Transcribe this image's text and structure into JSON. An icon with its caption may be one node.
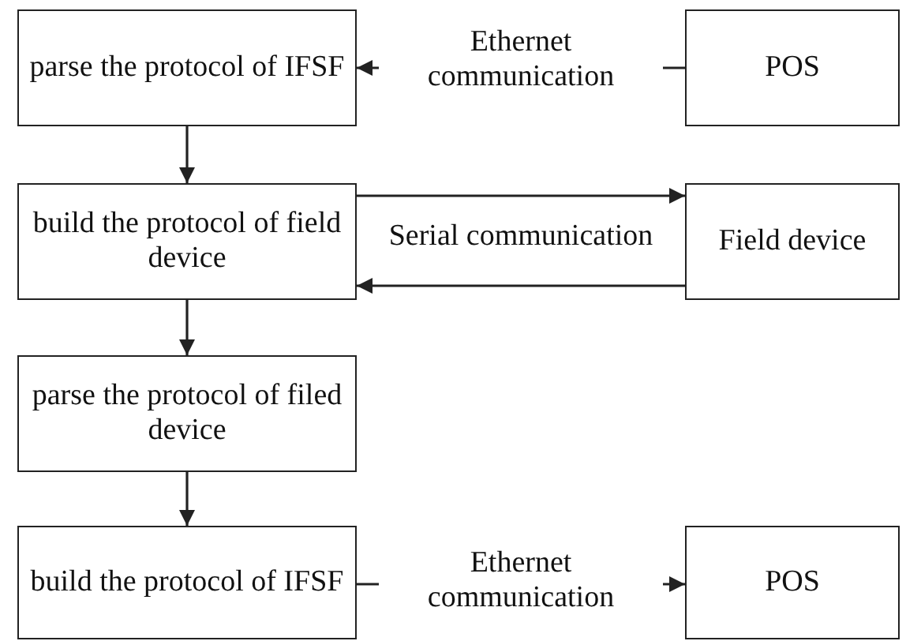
{
  "diagram": {
    "nodes": [
      {
        "text": [
          "parse the protocol of IFSF"
        ]
      },
      {
        "text": [
          "POS"
        ]
      },
      {
        "text": [
          "build the protocol of field device"
        ]
      },
      {
        "text": [
          "Field device"
        ]
      },
      {
        "text": [
          "parse the protocol of filed device"
        ]
      },
      {
        "text": [
          "build the protocol of IFSF"
        ]
      },
      {
        "text": [
          "POS"
        ]
      }
    ],
    "edges": [
      {
        "from": 1,
        "to": 0,
        "arrow": "to",
        "label": "Ethernet communication"
      },
      {
        "from": 0,
        "to": 2,
        "arrow": "to"
      },
      {
        "from": 2,
        "to": 3,
        "arrow": "to",
        "label": "Serial communication"
      },
      {
        "from": 3,
        "to": 2,
        "arrow": "to"
      },
      {
        "from": 2,
        "to": 4,
        "arrow": "to"
      },
      {
        "from": 4,
        "to": 5,
        "arrow": "to"
      },
      {
        "from": 5,
        "to": 6,
        "arrow": "to",
        "label": "Ethernet communication"
      }
    ]
  }
}
